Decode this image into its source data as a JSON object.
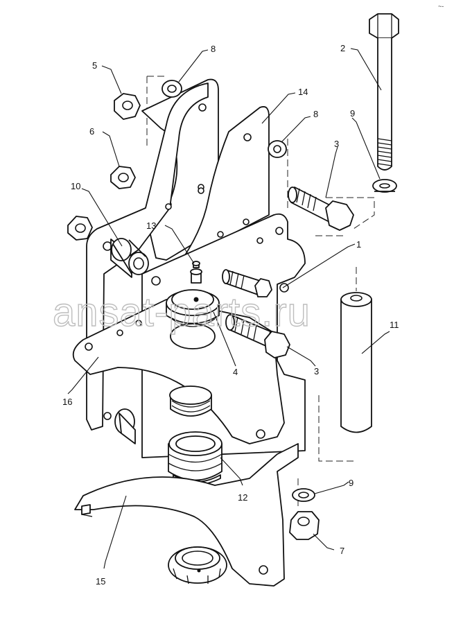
{
  "watermark": "ansat-parts.ru",
  "corner_mark": "~-",
  "callouts": {
    "c1": "1",
    "c2": "2",
    "c3a": "3",
    "c3b": "3",
    "c4": "4",
    "c5": "5",
    "c6": "6",
    "c7": "7",
    "c8a": "8",
    "c8b": "8",
    "c9a": "9",
    "c9b": "9",
    "c10": "10",
    "c11": "11",
    "c12": "12",
    "c13": "13",
    "c14": "14",
    "c15": "15",
    "c16": "16"
  }
}
